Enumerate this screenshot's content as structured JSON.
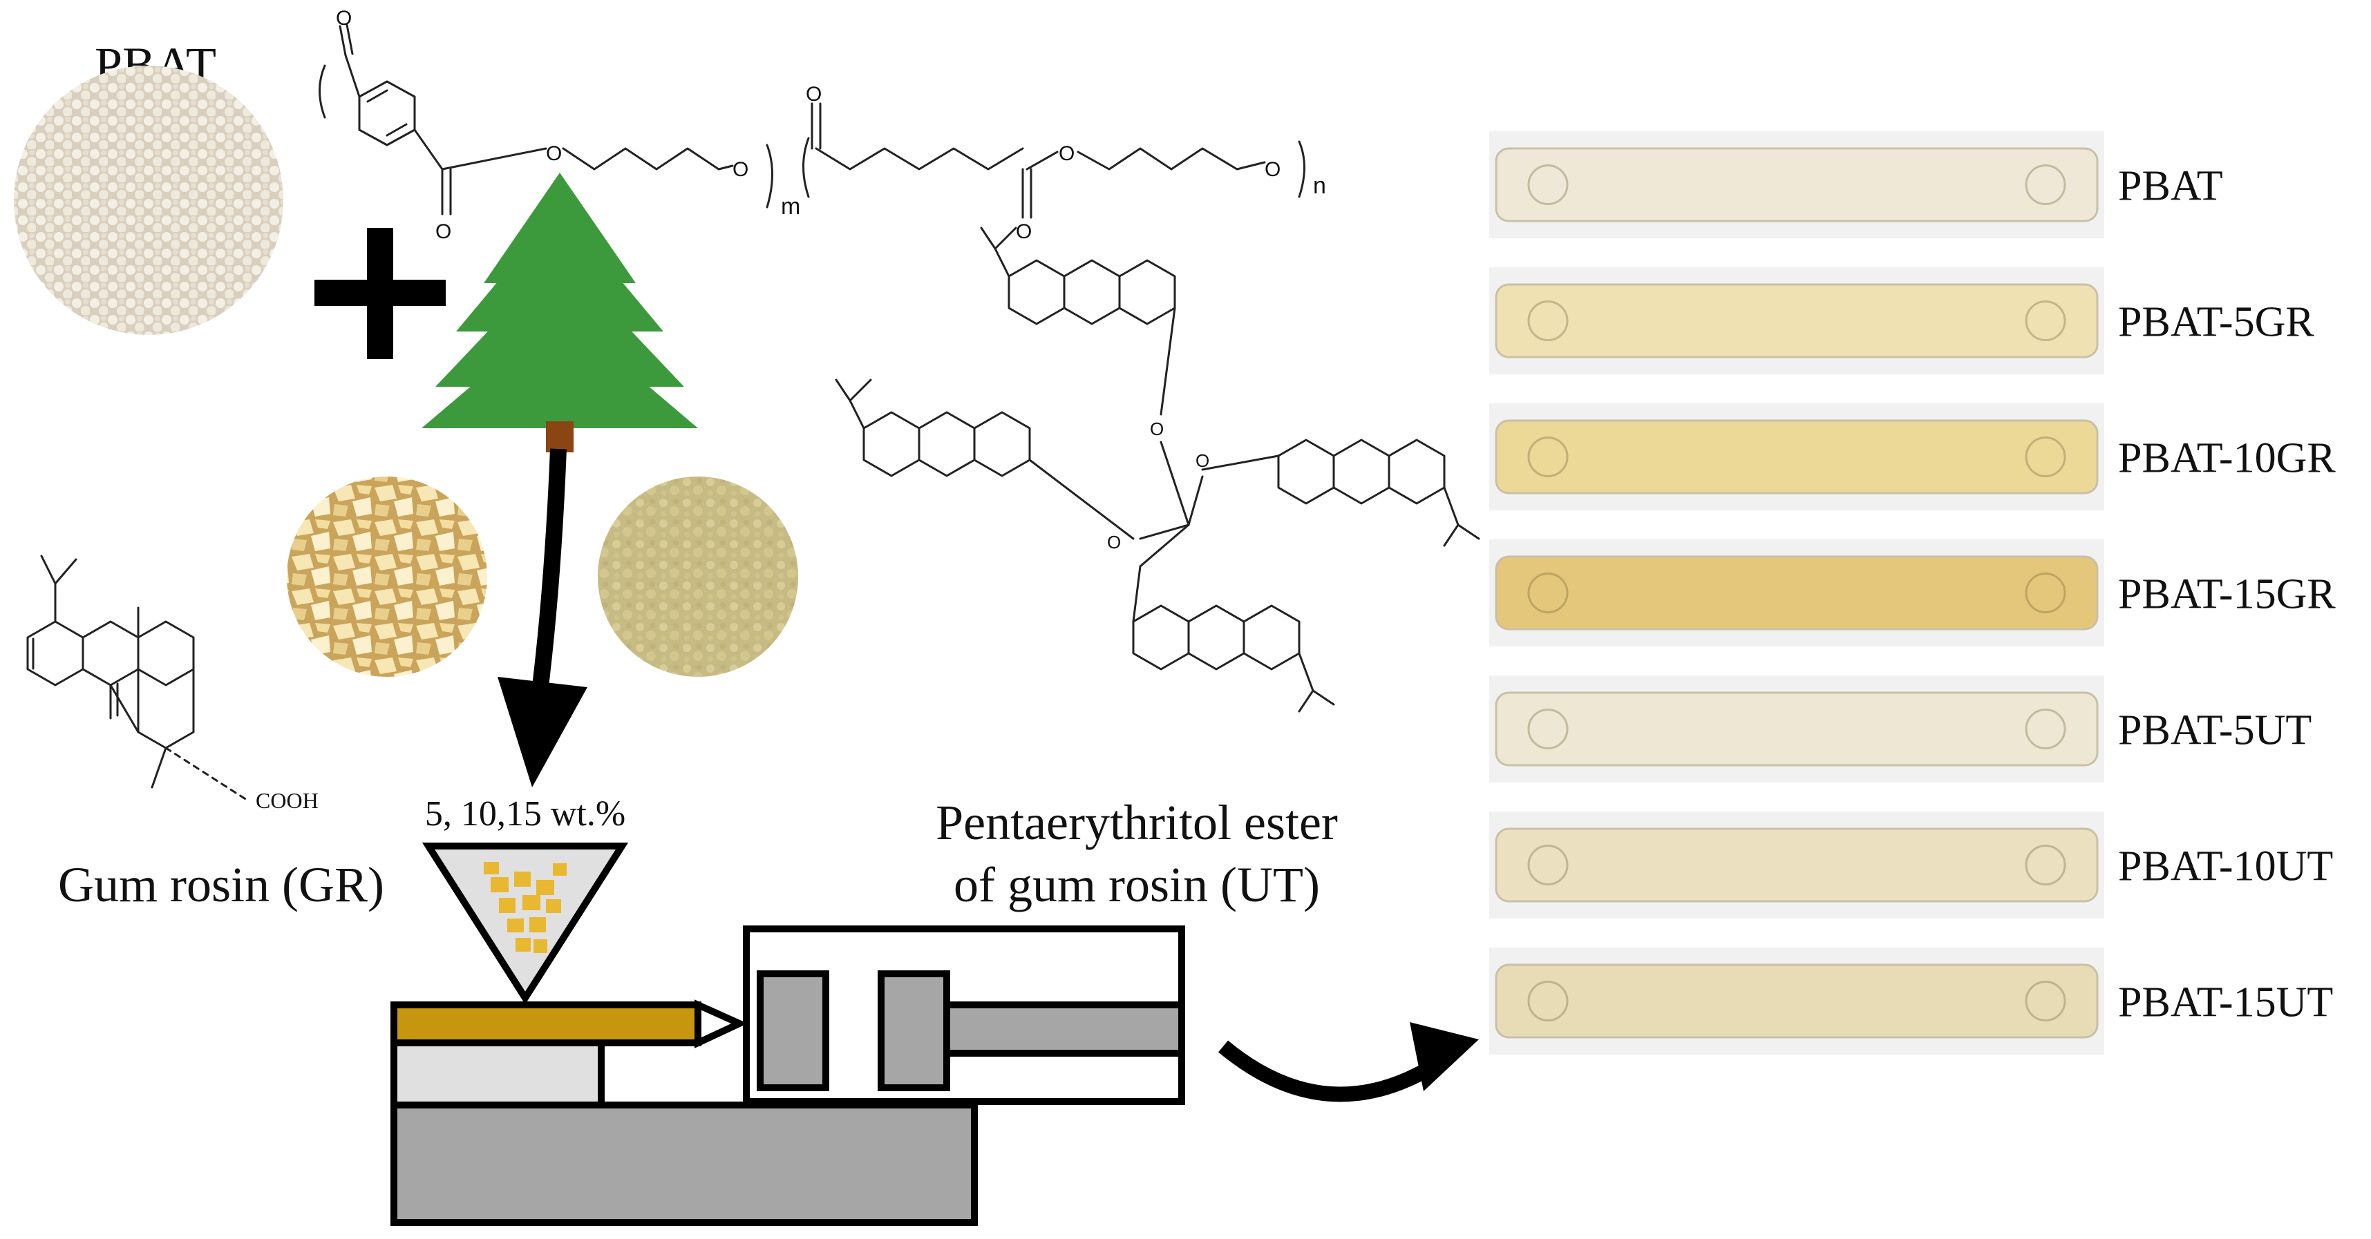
{
  "labels": {
    "pbat": "PBAT",
    "gum_rosin": "Gum rosin (GR)",
    "ut_line1": "Pentaerythritol ester",
    "ut_line2": "of gum rosin (UT)",
    "loading": "5, 10,15 wt.%",
    "cooh": "COOH"
  },
  "formula": {
    "o": "O",
    "m": "m",
    "n": "n"
  },
  "samples": [
    {
      "label": "PBAT",
      "color": "#efe8d6"
    },
    {
      "label": "PBAT-5GR",
      "color": "#efe1b2"
    },
    {
      "label": "PBAT-10GR",
      "color": "#ecd897"
    },
    {
      "label": "PBAT-15GR",
      "color": "#e4c77a"
    },
    {
      "label": "PBAT-5UT",
      "color": "#eee7d3"
    },
    {
      "label": "PBAT-10UT",
      "color": "#ebe0c0"
    },
    {
      "label": "PBAT-15UT",
      "color": "#e8dcb6"
    }
  ],
  "colors": {
    "tree": "#3c9a3c",
    "trunk": "#8b4513",
    "machine": "#a6a6a6",
    "barrel": "#c6960f",
    "granules": "#e8b830"
  }
}
